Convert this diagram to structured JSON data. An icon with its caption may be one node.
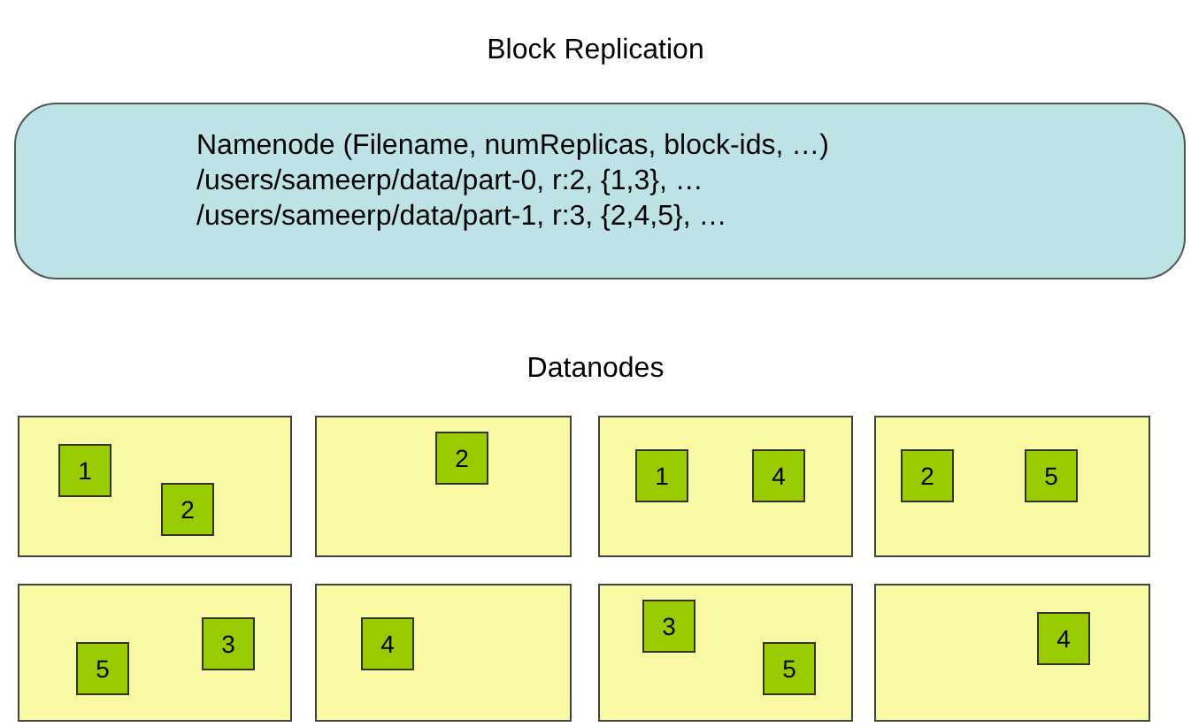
{
  "diagram": {
    "title": "Block Replication",
    "nodes": [
      {
        "text": [
          "Namenode (Filename, numReplicas, block-ids, …)",
          "/users/sameerp/data/part-0, r:2, {1,3}, …",
          "/users/sameerp/data/part-1, r:3, {2,4,5}, …"
        ]
      },
      {
        "text": [],
        "shape": "box"
      },
      {
        "text": [
          "1"
        ],
        "in": 1
      },
      {
        "text": [
          "2"
        ],
        "in": 1
      },
      {
        "text": [],
        "shape": "box"
      },
      {
        "text": [
          "2"
        ],
        "in": 4
      },
      {
        "text": [],
        "shape": "box"
      },
      {
        "text": [
          "1"
        ],
        "in": 6
      },
      {
        "text": [
          "4"
        ],
        "in": 6
      },
      {
        "text": [],
        "shape": "box"
      },
      {
        "text": [
          "2"
        ],
        "in": 9
      },
      {
        "text": [
          "5"
        ],
        "in": 9
      },
      {
        "text": [],
        "shape": "box"
      },
      {
        "text": [
          "5"
        ],
        "in": 12
      },
      {
        "text": [
          "3"
        ],
        "in": 12
      },
      {
        "text": [],
        "shape": "box"
      },
      {
        "text": [
          "4"
        ],
        "in": 15
      },
      {
        "text": [],
        "shape": "box"
      },
      {
        "text": [
          "3"
        ],
        "in": 17
      },
      {
        "text": [
          "5"
        ],
        "in": 17
      },
      {
        "text": [],
        "shape": "box"
      },
      {
        "text": [
          "4"
        ],
        "in": 20
      }
    ],
    "edges": [],
    "labels": [
      "Datanodes"
    ]
  }
}
